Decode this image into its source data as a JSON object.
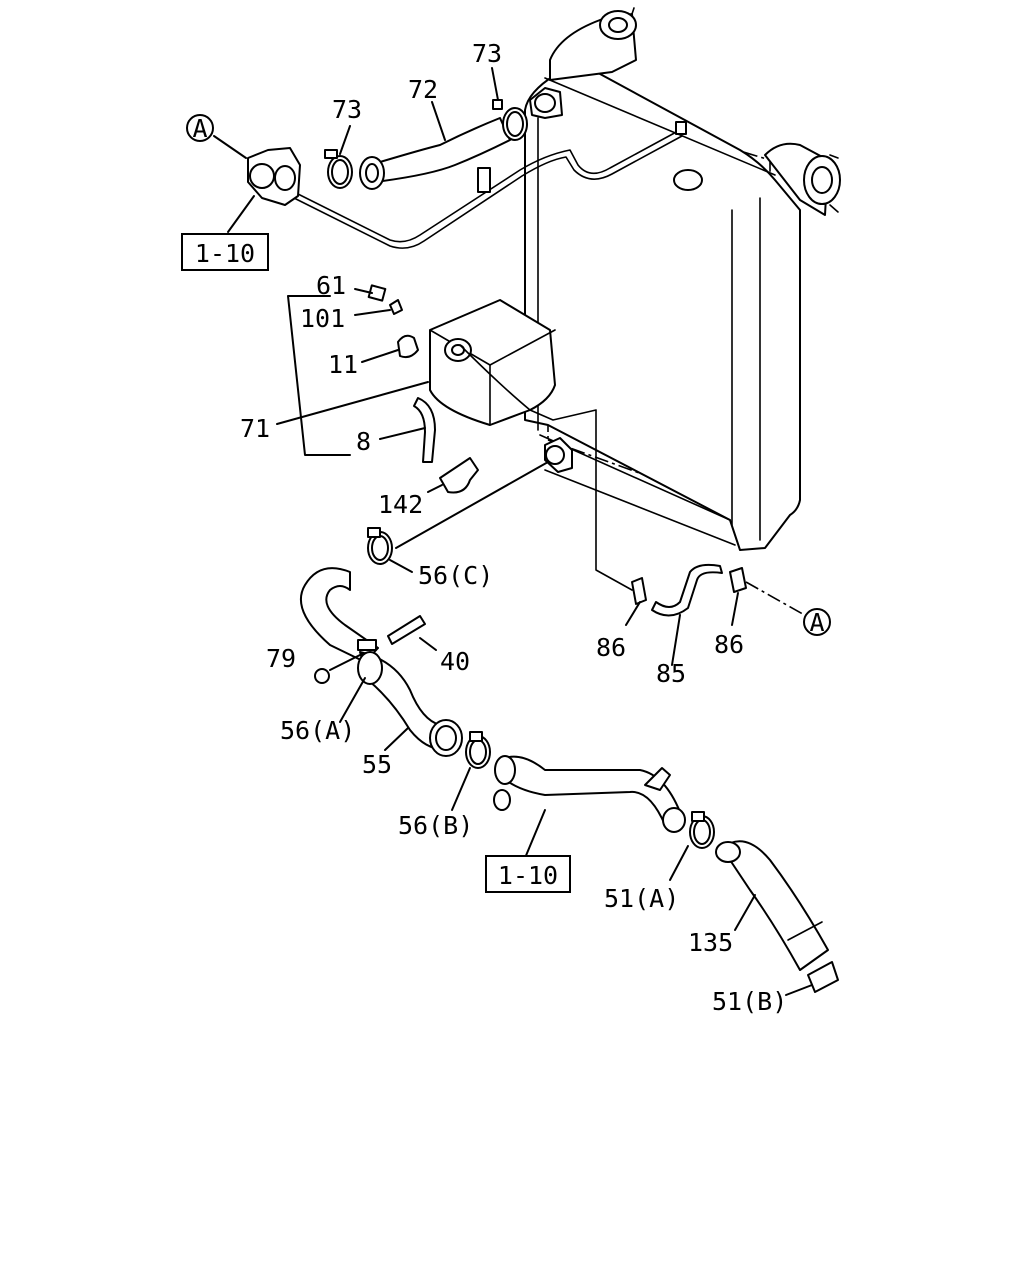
{
  "diagram": {
    "ref_a_marker": "A",
    "refs": {
      "top_left": "1-10",
      "bottom": "1-10"
    },
    "labels": {
      "p73_left": "73",
      "p73_right": "73",
      "p72": "72",
      "p61": "61",
      "p101": "101",
      "p11": "11",
      "p71": "71",
      "p8": "8",
      "p142": "142",
      "p56c": "56(C)",
      "p79": "79",
      "p40": "40",
      "p56a": "56(A)",
      "p55": "55",
      "p56b": "56(B)",
      "p86_left": "86",
      "p85": "85",
      "p86_right": "86",
      "p51a": "51(A)",
      "p135": "135",
      "p51b": "51(B)"
    }
  }
}
